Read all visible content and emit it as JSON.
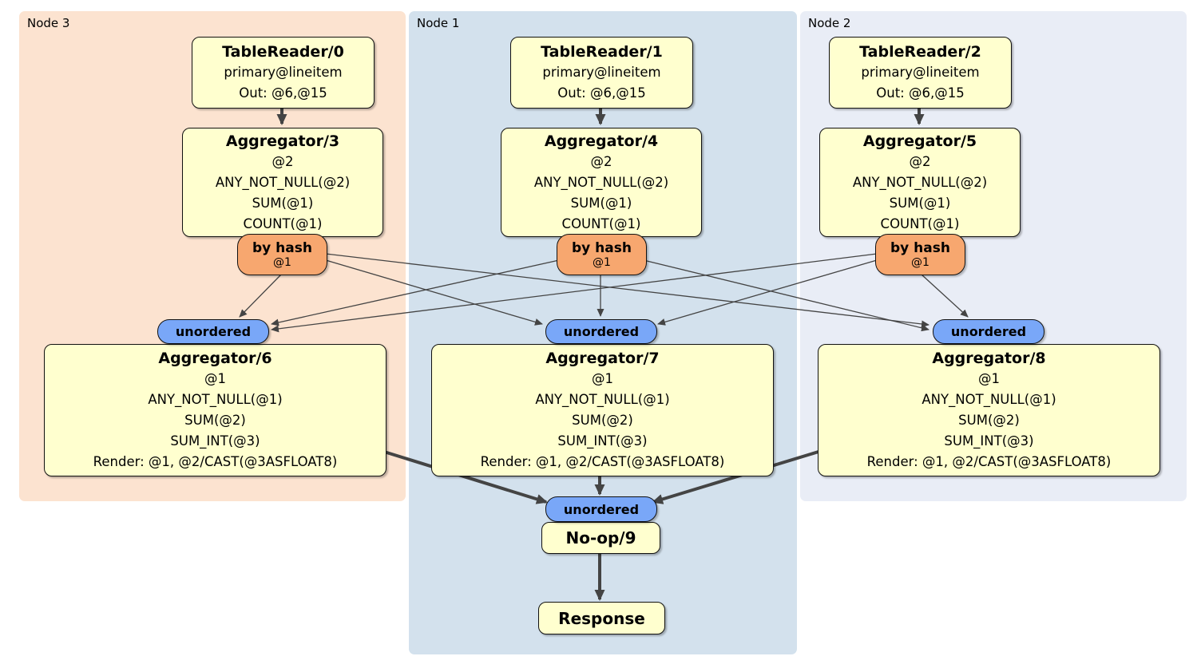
{
  "regions": {
    "node3": {
      "label": "Node 3"
    },
    "node1": {
      "label": "Node 1"
    },
    "node2": {
      "label": "Node 2"
    }
  },
  "processors": {
    "tablereader0": {
      "title": "TableReader/0",
      "lines": [
        "primary@lineitem",
        "Out: @6,@15"
      ]
    },
    "tablereader1": {
      "title": "TableReader/1",
      "lines": [
        "primary@lineitem",
        "Out: @6,@15"
      ]
    },
    "tablereader2": {
      "title": "TableReader/2",
      "lines": [
        "primary@lineitem",
        "Out: @6,@15"
      ]
    },
    "aggregator3": {
      "title": "Aggregator/3",
      "lines": [
        "@2",
        "ANY_NOT_NULL(@2)",
        "SUM(@1)",
        "COUNT(@1)"
      ]
    },
    "aggregator4": {
      "title": "Aggregator/4",
      "lines": [
        "@2",
        "ANY_NOT_NULL(@2)",
        "SUM(@1)",
        "COUNT(@1)"
      ]
    },
    "aggregator5": {
      "title": "Aggregator/5",
      "lines": [
        "@2",
        "ANY_NOT_NULL(@2)",
        "SUM(@1)",
        "COUNT(@1)"
      ]
    },
    "aggregator6": {
      "title": "Aggregator/6",
      "lines": [
        "@1",
        "ANY_NOT_NULL(@1)",
        "SUM(@2)",
        "SUM_INT(@3)",
        "Render: @1, @2/CAST(@3ASFLOAT8)"
      ]
    },
    "aggregator7": {
      "title": "Aggregator/7",
      "lines": [
        "@1",
        "ANY_NOT_NULL(@1)",
        "SUM(@2)",
        "SUM_INT(@3)",
        "Render: @1, @2/CAST(@3ASFLOAT8)"
      ]
    },
    "aggregator8": {
      "title": "Aggregator/8",
      "lines": [
        "@1",
        "ANY_NOT_NULL(@1)",
        "SUM(@2)",
        "SUM_INT(@3)",
        "Render: @1, @2/CAST(@3ASFLOAT8)"
      ]
    },
    "noop9": {
      "title": "No-op/9"
    },
    "response": {
      "title": "Response"
    }
  },
  "routers": {
    "hash3": {
      "label": "by hash",
      "detail": "@1"
    },
    "hash4": {
      "label": "by hash",
      "detail": "@1"
    },
    "hash5": {
      "label": "by hash",
      "detail": "@1"
    }
  },
  "synchronizers": {
    "unordered6": {
      "label": "unordered"
    },
    "unordered7": {
      "label": "unordered"
    },
    "unordered8": {
      "label": "unordered"
    },
    "unordered9": {
      "label": "unordered"
    }
  },
  "colors": {
    "node3_bg": "#fce3d0",
    "node1_bg": "#d3e1ed",
    "node2_bg": "#e9edf6",
    "processor_bg": "#ffffcf",
    "router_bg": "#f7a76f",
    "synchronizer_bg": "#79a7f8",
    "edge": "#444444"
  }
}
